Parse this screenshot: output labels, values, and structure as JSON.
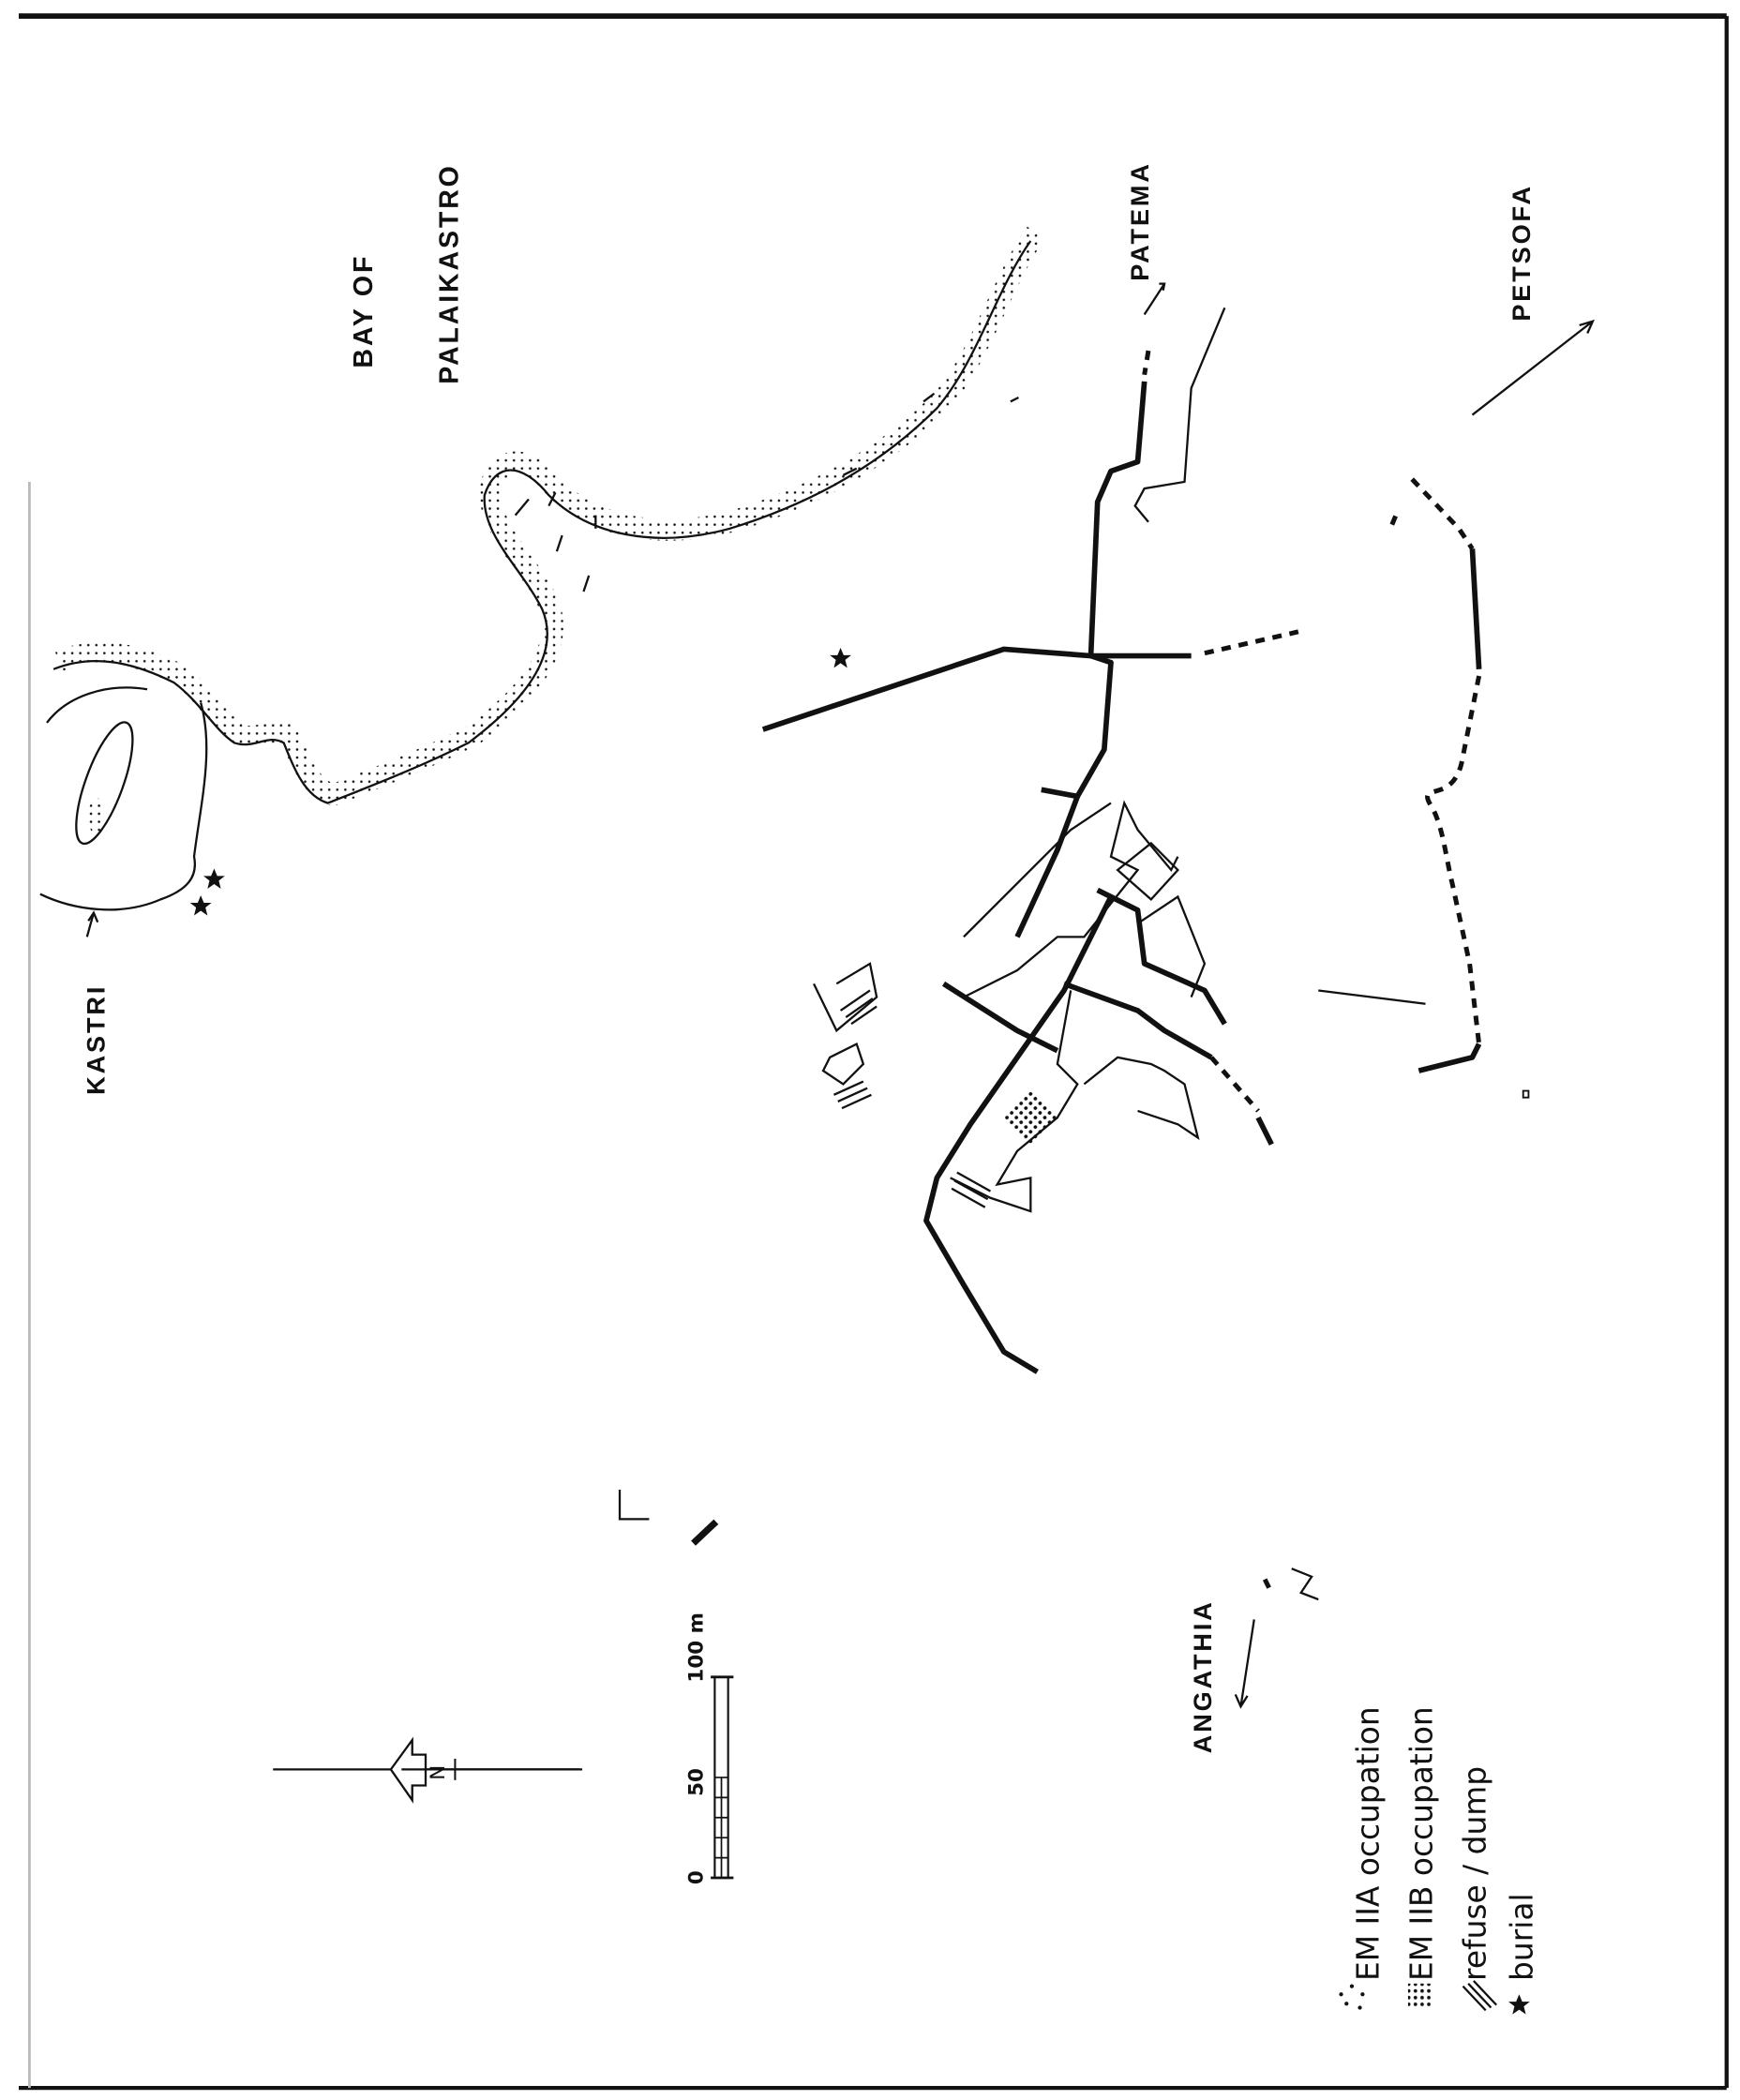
{
  "labels": {
    "bay_line1": "BAY OF",
    "bay_line2": "PALAIKASTRO",
    "patema": "PATEMA",
    "petsofa": "PETSOFA",
    "kastri": "KASTRI",
    "angathia": "ANGATHIA"
  },
  "north_arrow": {
    "label": "N"
  },
  "scale_bar": {
    "ticks": [
      "0",
      "50",
      "100 m"
    ]
  },
  "legend": [
    {
      "symbol": "sparse-dots",
      "label": "EM IIA occupation"
    },
    {
      "symbol": "dense-dots",
      "label": "EM IIB occupation"
    },
    {
      "symbol": "hatch",
      "label": "refuse / dump"
    },
    {
      "symbol": "star",
      "label": "burial"
    }
  ]
}
